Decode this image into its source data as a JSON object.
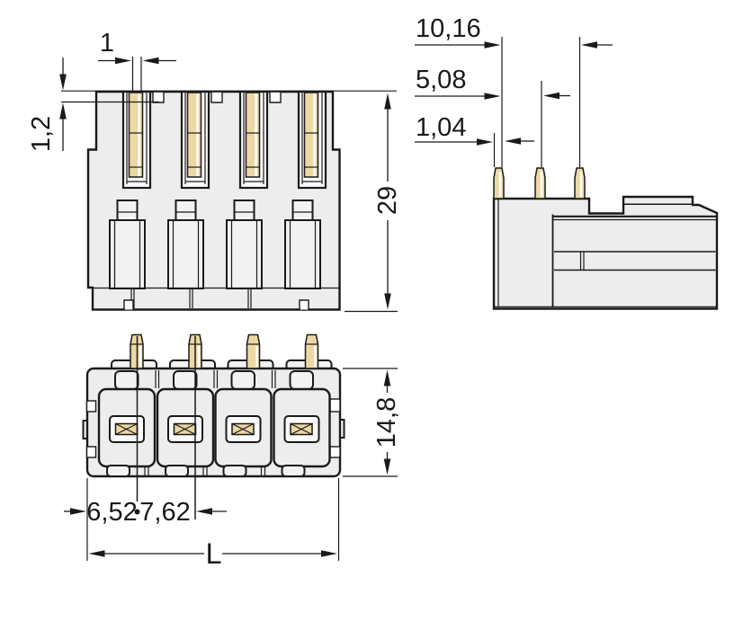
{
  "drawing": {
    "type": "connector-technical-drawing",
    "dimensions": {
      "pin_width": "1",
      "collar_depth": "1,2",
      "housing_height": "29",
      "pin_span": "10,16",
      "pin_pitch_side": "5,08",
      "pin_thickness": "1,04",
      "body_depth": "14,8",
      "edge_to_first_pin": "6,52",
      "pin_pitch": "7,62",
      "total_length": "L"
    },
    "colors": {
      "outline": "#1a1a1a",
      "housing_fill": "#ededed",
      "contact_tan": "#ecd7a5",
      "background": "#ffffff"
    }
  }
}
